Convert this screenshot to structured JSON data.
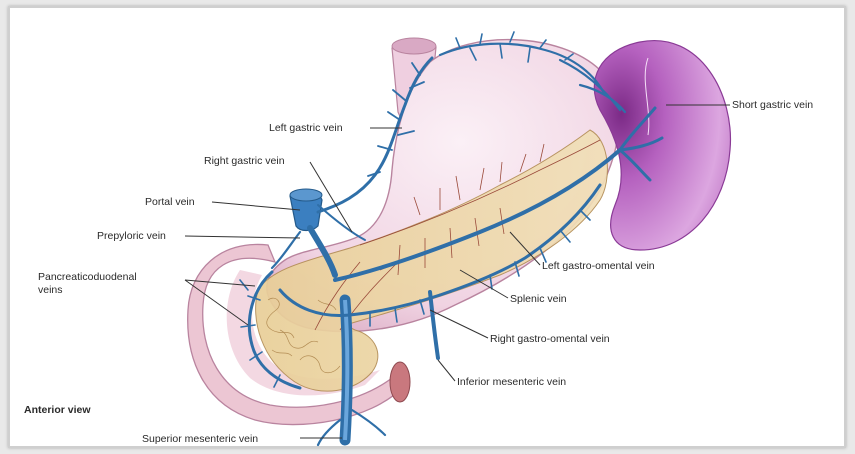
{
  "labels": {
    "short_gastric_vein": "Short gastric vein",
    "left_gastric_vein": "Left gastric vein",
    "right_gastric_vein": "Right gastric vein",
    "portal_vein": "Portal vein",
    "prepyloric_vein": "Prepyloric vein",
    "pancreaticoduodenal_veins_line1": "Pancreaticoduodenal",
    "pancreaticoduodenal_veins_line2": "veins",
    "left_gastro_omental_vein": "Left gastro-omental vein",
    "splenic_vein": "Splenic vein",
    "right_gastro_omental_vein": "Right gastro-omental vein",
    "inferior_mesenteric_vein": "Inferior mesenteric vein",
    "anterior_view": "Anterior view",
    "superior_mesenteric_vein": "Superior mesenteric vein"
  },
  "colors": {
    "vein": "#2f6fa8",
    "stomach": "#f2dbe8",
    "spleen": "#a44fb0",
    "pancreas": "#e8d3a6",
    "duodenum": "#e6b7c5"
  }
}
